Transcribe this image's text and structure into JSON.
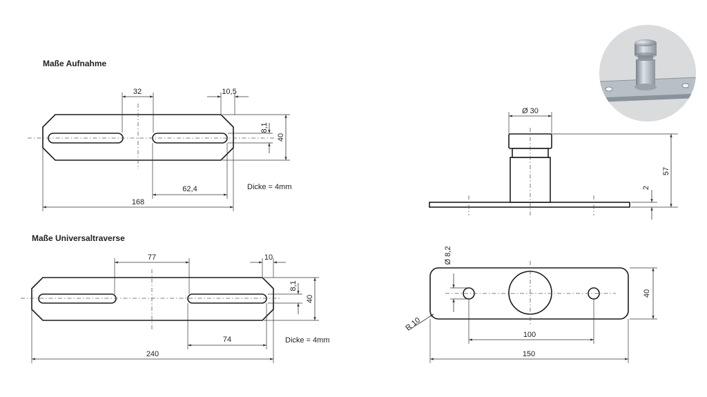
{
  "section_titles": {
    "aufnahme": "Maße Aufnahme",
    "universaltraverse": "Maße Universaltraverse"
  },
  "aufnahme_dims": {
    "spacing": "32",
    "edge": "10,5",
    "slot_width": "8,1",
    "height": "40",
    "slot_length": "62,4",
    "length": "168",
    "thickness_note": "Dicke = 4mm"
  },
  "traverse_dims": {
    "spacing": "77",
    "edge": "10",
    "slot_width": "8,1",
    "height": "40",
    "slot_length": "74",
    "length": "240",
    "thickness_note": "Dicke = 4mm"
  },
  "pin_side_dims": {
    "diameter": "Ø 30",
    "height": "57",
    "plate": "2"
  },
  "pin_top_dims": {
    "hole": "Ø 8,2",
    "height": "40",
    "radius": "R 10",
    "hole_spacing": "100",
    "length": "150"
  },
  "colors": {
    "line": "#1a1a1a",
    "background": "#ffffff",
    "photo_background": "#dcdee0",
    "metal": "#a8b0b8"
  },
  "photo": {
    "subject": "pin-plate-photo"
  }
}
